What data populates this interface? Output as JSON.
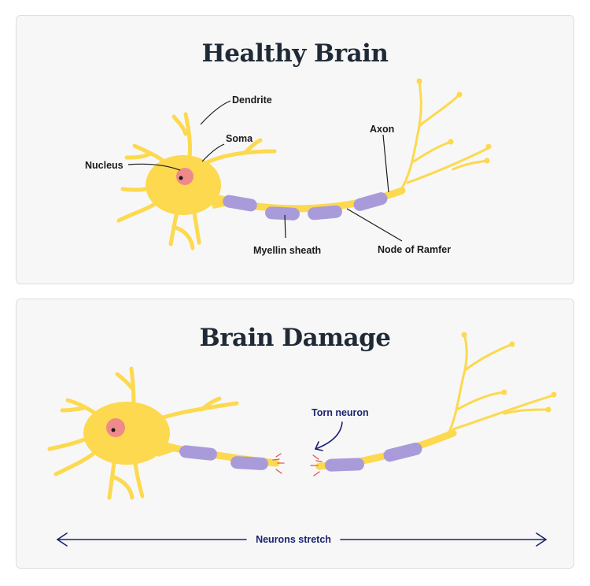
{
  "panels": [
    {
      "title": "Healthy Brain",
      "labels": {
        "dendrite": "Dendrite",
        "soma": "Soma",
        "nucleus": "Nucleus",
        "axon": "Axon",
        "myelin": "Myellin sheath",
        "node": "Node of Ramfer"
      }
    },
    {
      "title": "Brain Damage",
      "labels": {
        "torn": "Torn neuron",
        "stretch": "Neurons stretch"
      }
    }
  ],
  "colors": {
    "cell": "#fcd94e",
    "myelin": "#a99bd9",
    "nucleus": "#f08a8a",
    "tear": "#e05555",
    "accent": "#1c2370",
    "title": "#1f2a36"
  }
}
